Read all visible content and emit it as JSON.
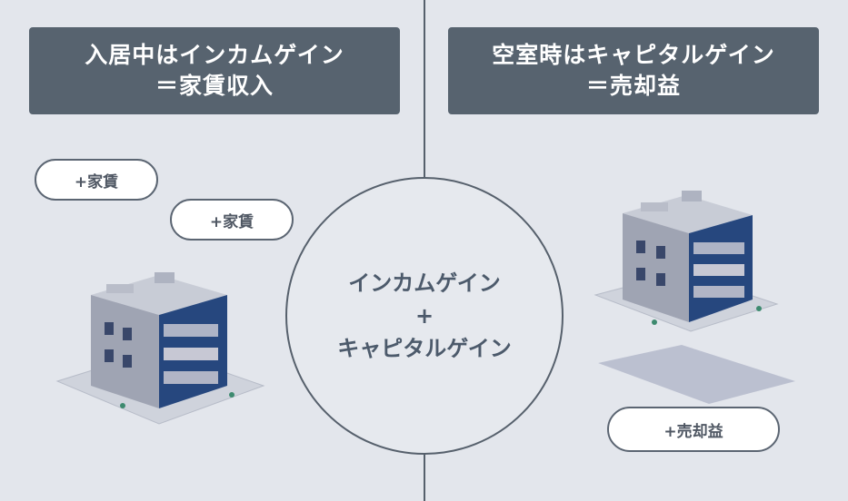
{
  "left_header": {
    "line1": "入居中はインカムゲイン",
    "line2": "＝家賃収入"
  },
  "right_header": {
    "line1": "空室時はキャピタルゲイン",
    "line2": "＝売却益"
  },
  "left_pills": [
    "+家賃",
    "+家賃"
  ],
  "right_pill": "+売却益",
  "center": {
    "line1": "インカムゲイン",
    "line2": "+",
    "line3": "キャピタルゲイン"
  },
  "colors": {
    "header_bg": "#57636f",
    "background": "#e3e6ec",
    "divider": "#56606c"
  }
}
